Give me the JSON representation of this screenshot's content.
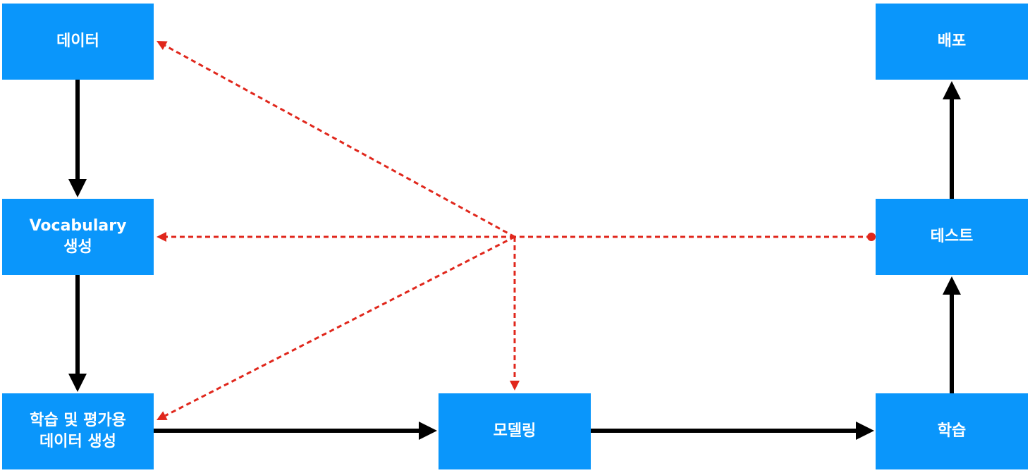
{
  "colors": {
    "node_fill": "#0a96fb",
    "node_text": "#ffffff",
    "flow_arrow": "#000000",
    "feedback_arrow": "#e0271c"
  },
  "nodes": {
    "data": {
      "lines": [
        "데이터"
      ]
    },
    "vocab": {
      "lines": [
        "Vocabulary",
        "생성"
      ]
    },
    "dataset": {
      "lines": [
        "학습 및 평가용",
        "데이터 생성"
      ]
    },
    "model": {
      "lines": [
        "모델링"
      ]
    },
    "train": {
      "lines": [
        "학습"
      ]
    },
    "test": {
      "lines": [
        "테스트"
      ]
    },
    "deploy": {
      "lines": [
        "배포"
      ]
    }
  },
  "edges": {
    "flow": [
      {
        "from": "data",
        "to": "vocab"
      },
      {
        "from": "vocab",
        "to": "dataset"
      },
      {
        "from": "dataset",
        "to": "model"
      },
      {
        "from": "model",
        "to": "train"
      },
      {
        "from": "train",
        "to": "test"
      },
      {
        "from": "test",
        "to": "deploy"
      }
    ],
    "feedback": {
      "source": "test",
      "targets": [
        "data",
        "vocab",
        "dataset",
        "model"
      ],
      "style": "dashed"
    }
  }
}
